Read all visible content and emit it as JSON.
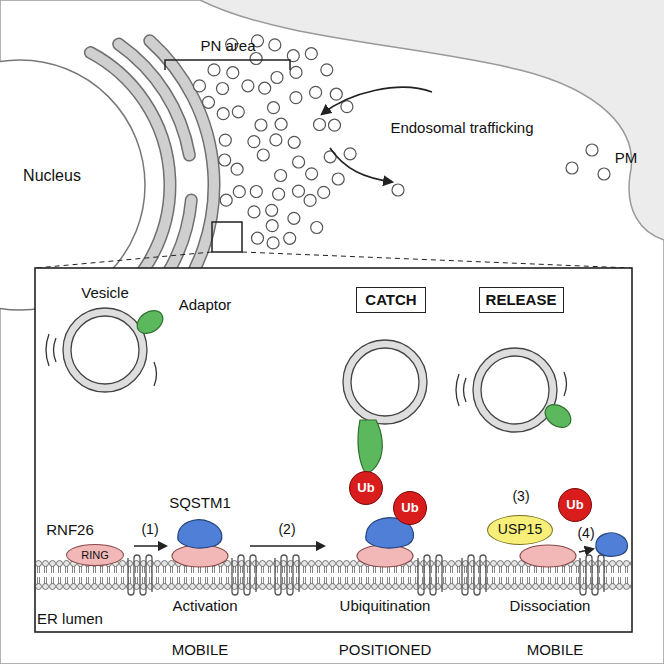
{
  "diagram": {
    "nodes": [
      {
        "text": [
          "CATCH"
        ]
      },
      {
        "text": [
          "RELEASE"
        ]
      },
      {
        "text": [
          "Ub"
        ]
      },
      {
        "text": [
          "Ub"
        ]
      },
      {
        "text": [
          "Ub"
        ]
      },
      {
        "text": [
          "USP15"
        ]
      },
      {
        "text": [
          "RING"
        ]
      }
    ],
    "labels": [
      "PN area",
      "Endosomal trafficking",
      "Nucleus",
      "PM",
      "Vesicle",
      "Adaptor",
      "SQSTM1",
      "RNF26",
      "(1)",
      "(2)",
      "(3)",
      "(4)",
      "Activation",
      "Ubiquitination",
      "Dissociation",
      "ER lumen",
      "MOBILE",
      "POSITIONED",
      "MOBILE"
    ]
  }
}
